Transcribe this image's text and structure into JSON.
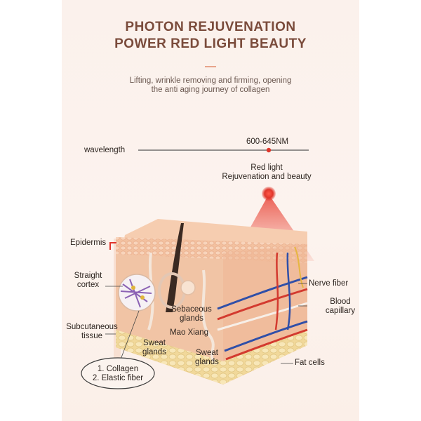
{
  "header": {
    "title_line1": "PHOTON REJUVENATION",
    "title_line2": "POWER RED LIGHT BEAUTY",
    "subtitle_line1": "Lifting, wrinkle removing and firming, opening",
    "subtitle_line2": "the anti aging journey of collagen"
  },
  "wavelength": {
    "label": "wavelength",
    "value": "600-645NM"
  },
  "red_light": {
    "line1": "Red light",
    "line2": "Rejuvenation and beauty"
  },
  "labels": {
    "epidermis": "Epidermis",
    "straight_cortex_1": "Straight",
    "straight_cortex_2": "cortex",
    "subcutaneous_1": "Subcutaneous",
    "subcutaneous_2": "tissue",
    "sebaceous_1": "Sebaceous",
    "sebaceous_2": "glands",
    "mao_xiang": "Mao Xiang",
    "sweat_left_1": "Sweat",
    "sweat_left_2": "glands",
    "sweat_right_1": "Sweat",
    "sweat_right_2": "glands",
    "nerve_fiber": "Nerve fiber",
    "blood_1": "Blood",
    "blood_2": "capillary",
    "fat_cells": "Fat cells",
    "collagen": "1. Collagen",
    "elastic": "2. Elastic fiber"
  },
  "colors": {
    "accent_red": "#e0362b",
    "title_brown": "#7a4b3b",
    "skin_top": "#f4c5a5",
    "skin_side": "#f0c3a4",
    "fat_yellow": "#f4dfa2"
  }
}
